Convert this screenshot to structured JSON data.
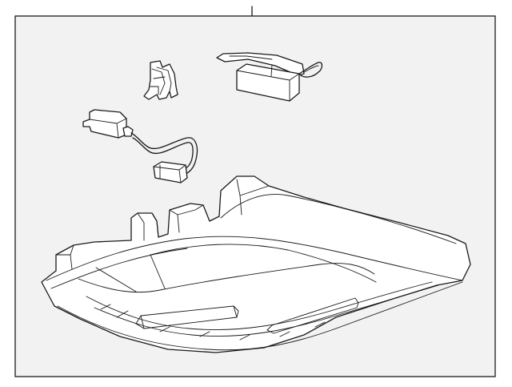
{
  "diagram": {
    "background_color": "#f2f2f2",
    "line_color": "#1a1a1a",
    "parts": [
      {
        "id": "clip",
        "icon": "retainer-clip-icon"
      },
      {
        "id": "bracket-module",
        "icon": "bracket-module-icon"
      },
      {
        "id": "wire-harness",
        "icon": "wire-harness-icon"
      },
      {
        "id": "overhead-console",
        "icon": "overhead-console-icon"
      }
    ]
  }
}
